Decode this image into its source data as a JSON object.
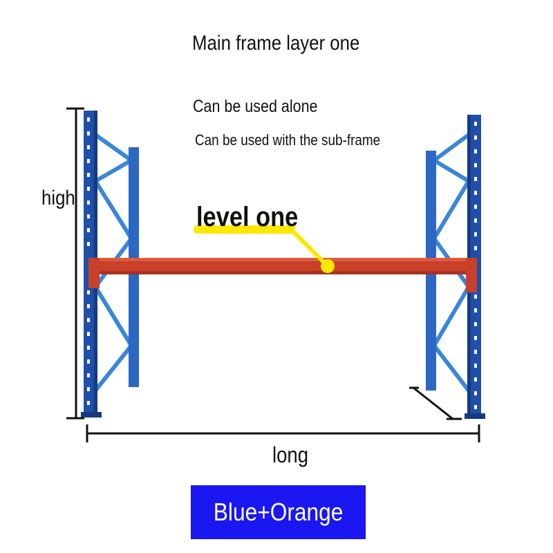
{
  "title": "Main frame layer one",
  "notes": [
    "Can be used alone",
    "Can be used with the sub-frame"
  ],
  "dimensions": {
    "height_label": "high",
    "length_label": "long"
  },
  "beam_label": "level one",
  "color_option": "Blue+Orange",
  "colors": {
    "upright": "#1f4fa8",
    "upright_dark": "#163a80",
    "brace": "#3a86d8",
    "beam": "#c9402a",
    "highlight": "#ffe800",
    "swatch": "#1a17f0"
  }
}
